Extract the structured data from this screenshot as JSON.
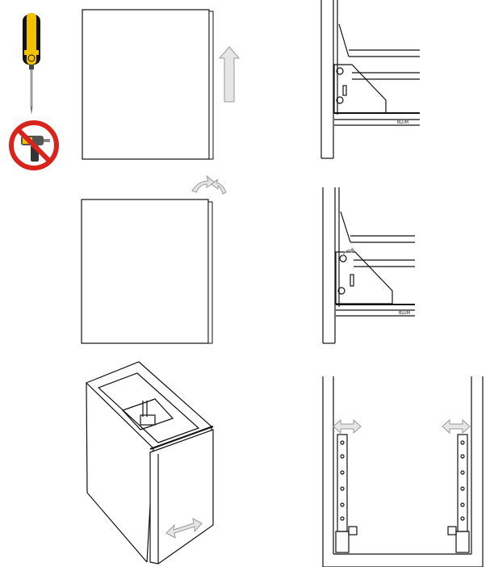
{
  "figure": {
    "description_free": true,
    "panels": [
      {
        "id": "tools",
        "icons": [
          "screwdriver-icon",
          "no-power-drill-icon"
        ]
      },
      {
        "id": "door-lift",
        "icons": [
          "up-arrow-icon"
        ]
      },
      {
        "id": "rail-detail-top"
      },
      {
        "id": "door-rotate",
        "icons": [
          "rotate-arrows-icon"
        ]
      },
      {
        "id": "rail-detail-middle",
        "icons": [
          "small-rotate-icon"
        ]
      },
      {
        "id": "cabinet-adjust",
        "icons": [
          "double-arrow-icon"
        ]
      },
      {
        "id": "rails-front-view",
        "icons": [
          "double-arrow-icon",
          "double-arrow-icon"
        ]
      }
    ]
  },
  "labels": {
    "brand_top": "BLUM",
    "brand_middle": "BLUM"
  },
  "colors": {
    "line": "#111111",
    "arrow_fill": "#e6e6e6",
    "arrow_stroke": "#999999",
    "screwdriver_yellow": "#f2c200",
    "prohibit_red": "#d9241c"
  }
}
